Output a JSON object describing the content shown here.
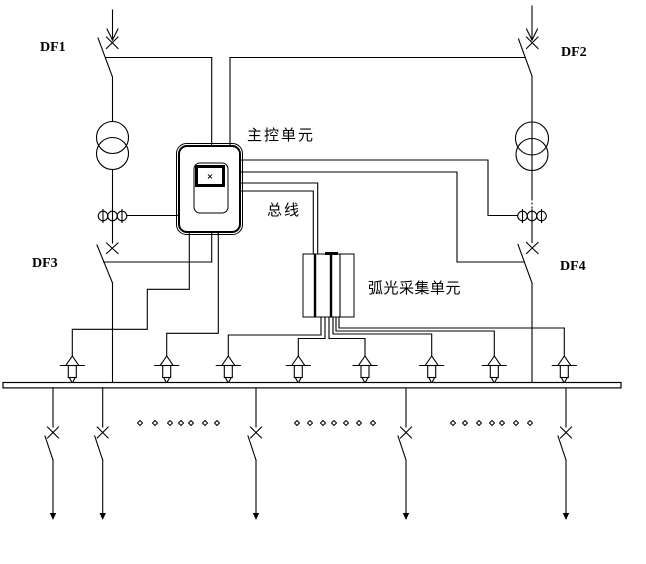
{
  "diagram": {
    "background_color": "#ffffff",
    "line_color": "#000000",
    "labels": {
      "feeder_df1": "DF1",
      "feeder_df2": "DF2",
      "feeder_df3": "DF3",
      "feeder_df4": "DF4",
      "main_control_unit": "主控单元",
      "bus": "总线",
      "arc_collection_unit": "弧光采集单元",
      "display_glyph": "×"
    }
  }
}
